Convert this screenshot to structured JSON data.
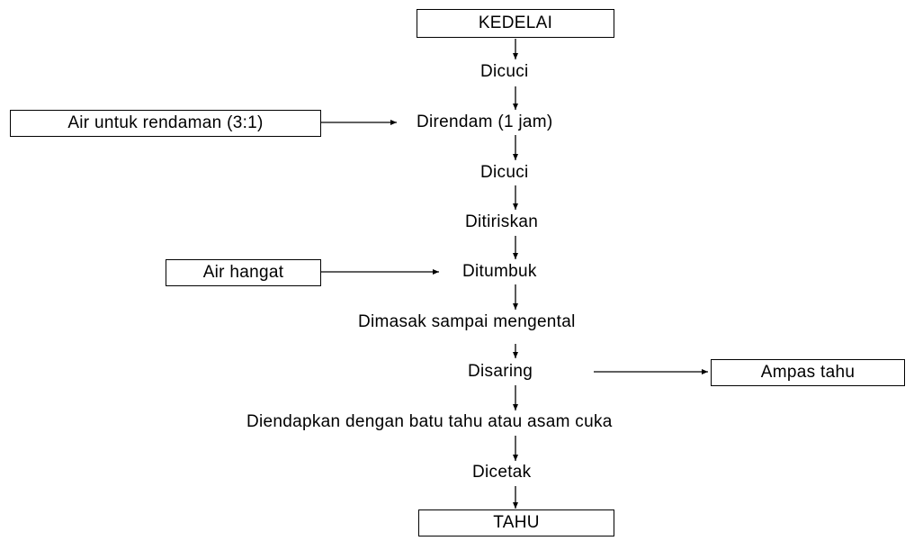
{
  "diagram": {
    "input_kedelai": "KEDELAI",
    "steps": {
      "dicuci_1": "Dicuci",
      "direndam": "Direndam (1 jam)",
      "dicuci_2": "Dicuci",
      "ditiriskan": "Ditiriskan",
      "ditumbuk": "Ditumbuk",
      "dimasak": "Dimasak sampai mengental",
      "disaring": "Disaring",
      "diendapkan": "Diendapkan dengan batu tahu atau asam cuka",
      "dicetak": "Dicetak"
    },
    "side_inputs": {
      "air_rendaman": "Air untuk rendaman (3:1)",
      "air_hangat": "Air hangat"
    },
    "side_outputs": {
      "ampas_tahu": "Ampas tahu"
    },
    "output_tahu": "TAHU"
  }
}
